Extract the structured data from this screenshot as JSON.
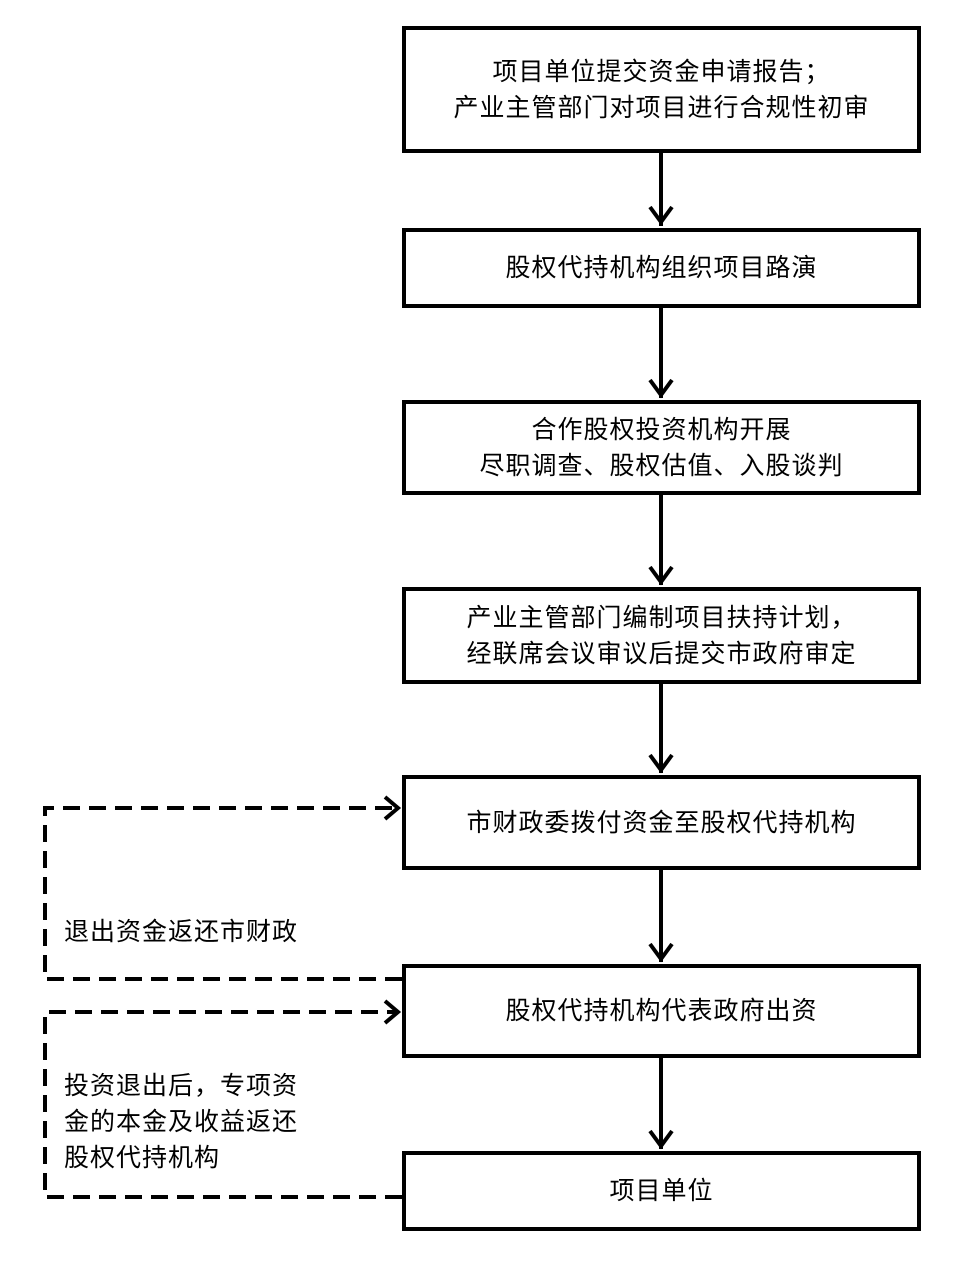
{
  "flow_steps": [
    {
      "lines": [
        "项目单位提交资金申请报告；",
        "产业主管部门对项目进行合规性初审"
      ]
    },
    {
      "lines": [
        "股权代持机构组织项目路演"
      ]
    },
    {
      "lines": [
        "合作股权投资机构开展",
        "尽职调查、股权估值、入股谈判"
      ]
    },
    {
      "lines": [
        "产业主管部门编制项目扶持计划，",
        "经联席会议审议后提交市政府审定"
      ]
    },
    {
      "lines": [
        "市财政委拨付资金至股权代持机构"
      ]
    },
    {
      "lines": [
        "股权代持机构代表政府出资"
      ]
    },
    {
      "lines": [
        "项目单位"
      ]
    }
  ],
  "return_flows": [
    {
      "lines": [
        "退出资金返还市财政"
      ]
    },
    {
      "lines": [
        "投资退出后，专项资",
        "金的本金及收益返还",
        "股权代持机构"
      ]
    }
  ],
  "colors": {
    "line": "#000000",
    "background": "#ffffff"
  }
}
